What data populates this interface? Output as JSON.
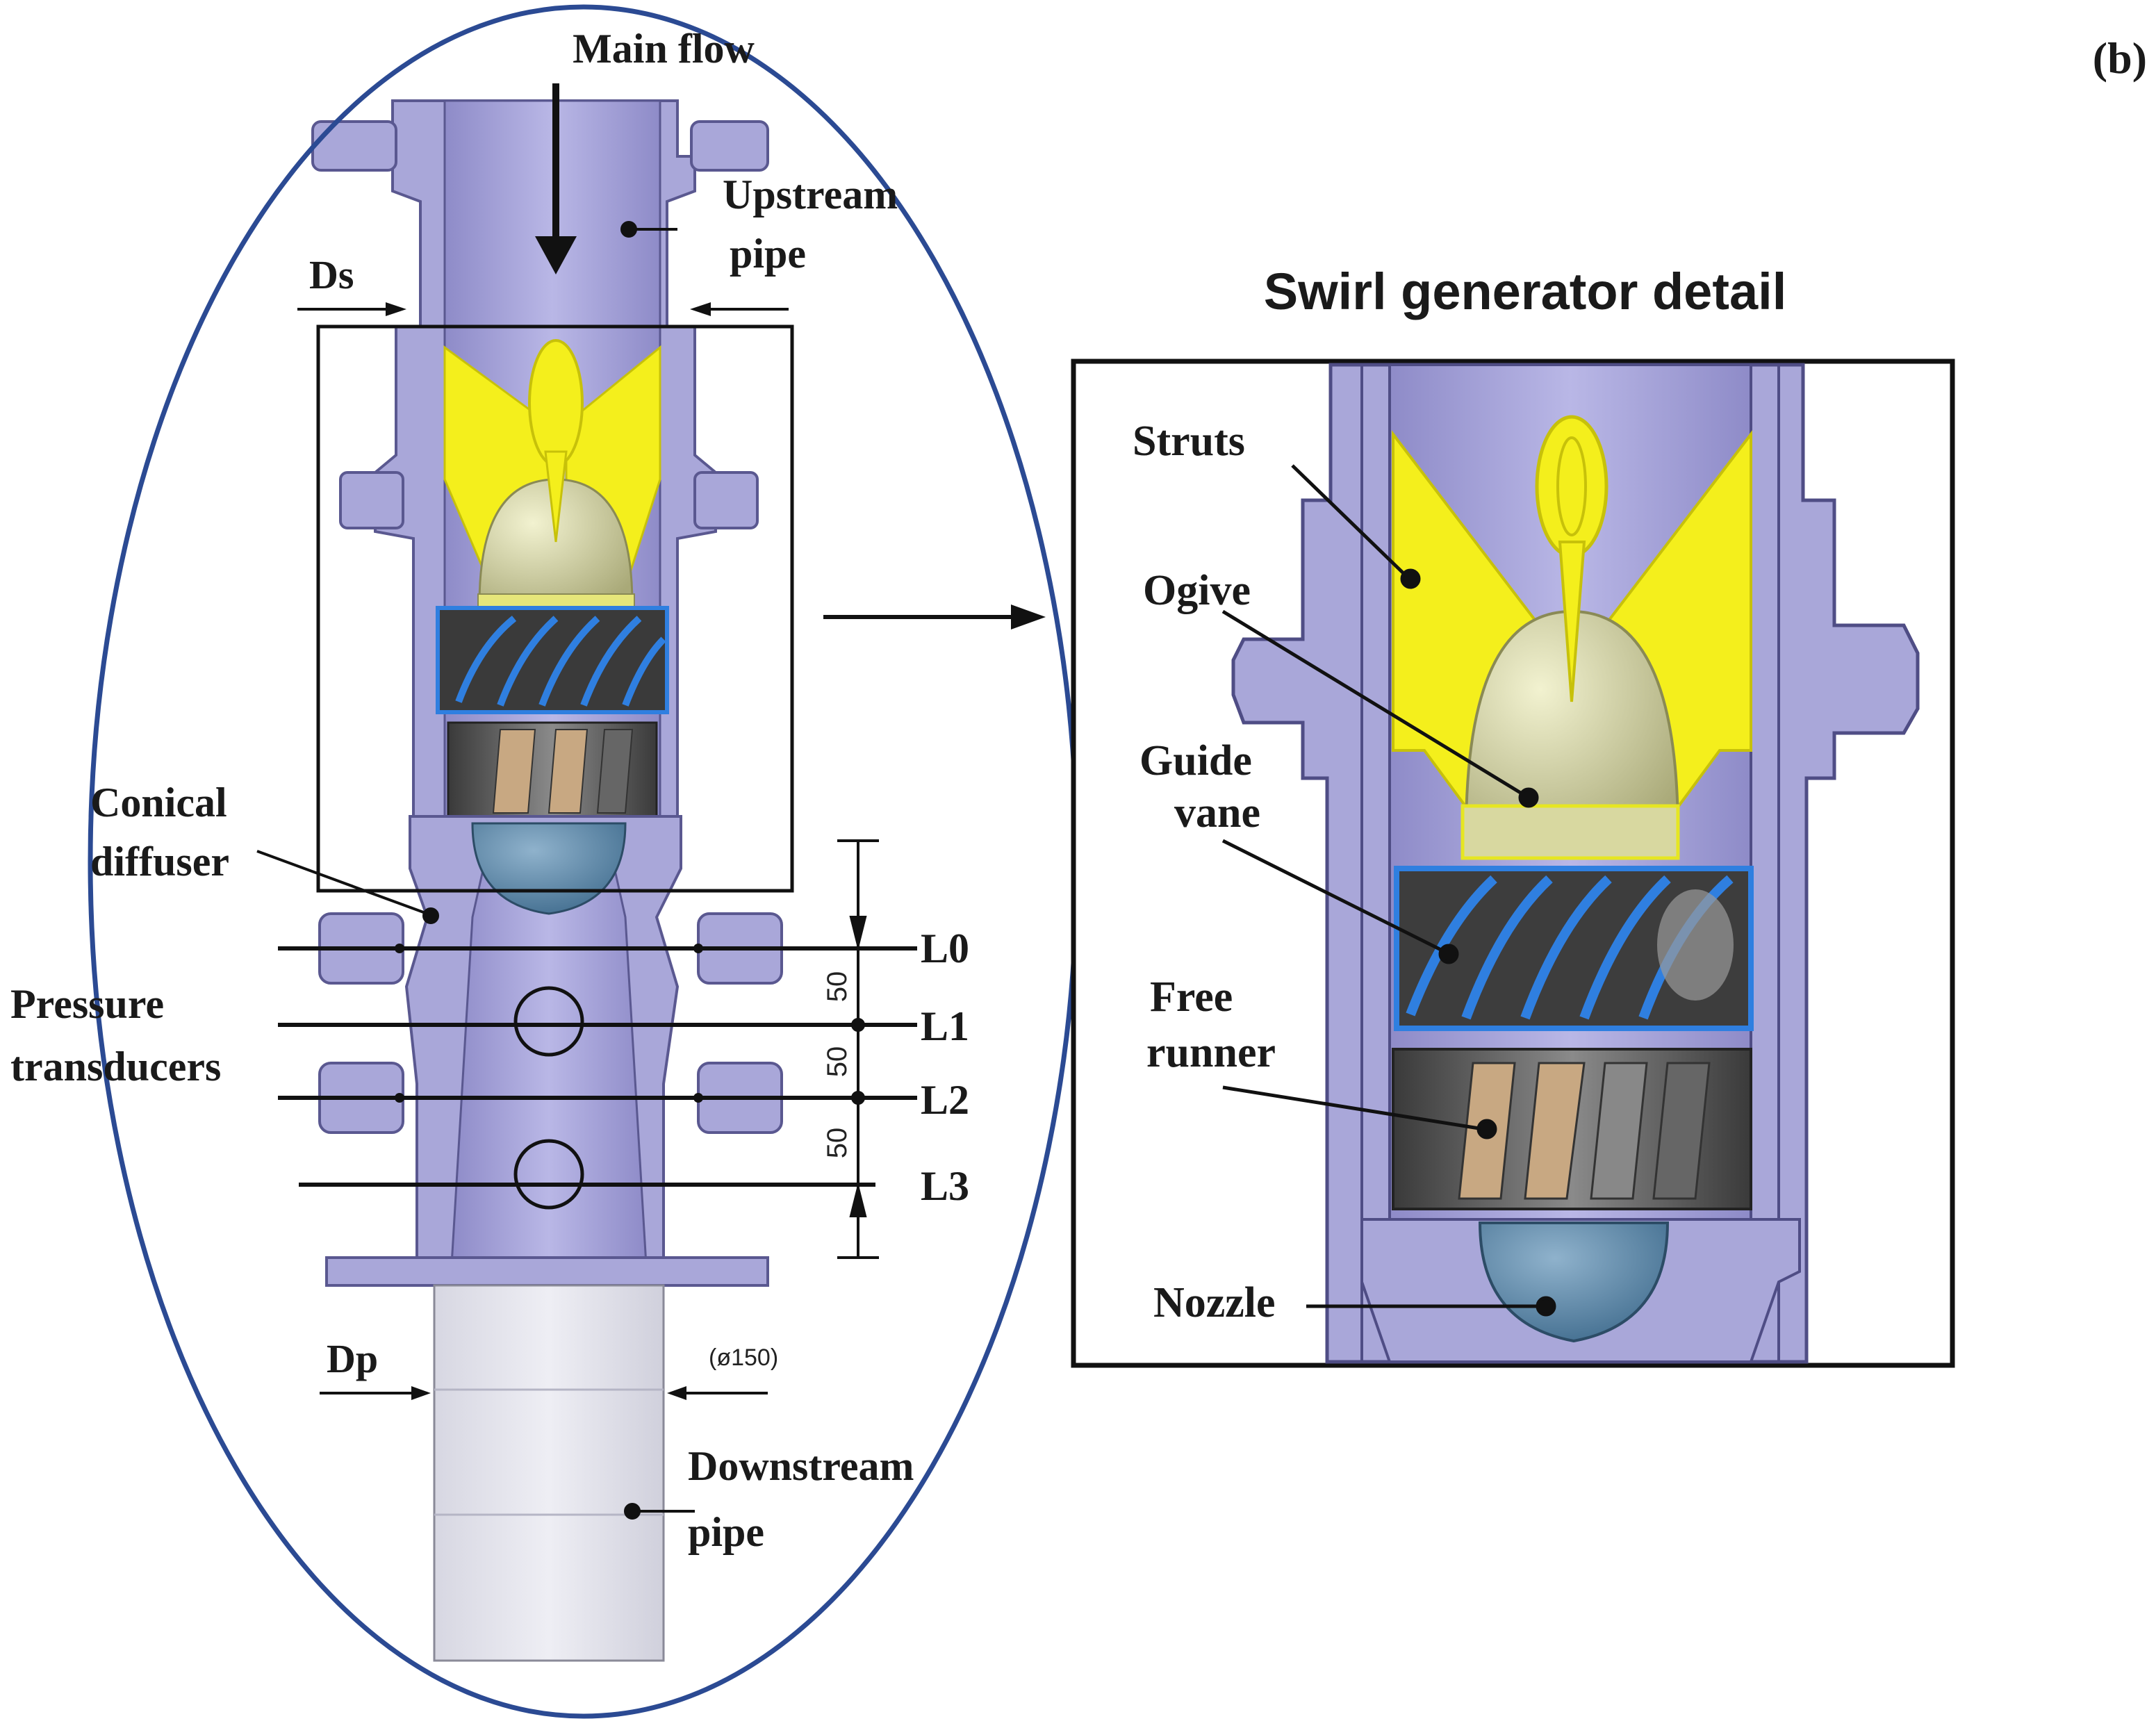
{
  "panel_label": "(b)",
  "left_labels": {
    "main_flow": "Main flow",
    "upstream_pipe_1": "Upstream",
    "upstream_pipe_2": "pipe",
    "ds": "Ds",
    "conical_diffuser_1": "Conical",
    "conical_diffuser_2": "diffuser",
    "pressure_transducers_1": "Pressure",
    "pressure_transducers_2": "transducers",
    "l0": "L0",
    "l1": "L1",
    "l2": "L2",
    "l3": "L3",
    "dim_1": "50",
    "dim_2": "50",
    "dim_3": "50",
    "dp": "Dp",
    "dp_size": "(ø150)",
    "downstream_pipe_1": "Downstream",
    "downstream_pipe_2": "pipe"
  },
  "detail": {
    "title": "Swirl generator detail",
    "struts": "Struts",
    "ogive": "Ogive",
    "guide_vane_1": "Guide",
    "guide_vane_2": "vane",
    "free_runner_1": "Free",
    "free_runner_2": "runner",
    "nozzle": "Nozzle"
  },
  "colors": {
    "body": "#a9a7d9",
    "body_dark": "#6f6caa",
    "struts": "#f4ef1c",
    "ogive": "#d8d8a0",
    "guide_vane": "#2f7fe0",
    "runner": "#555555",
    "runner_blade": "#c8a882",
    "nozzle": "#5f88a8",
    "ellipse": "#2b4a93"
  }
}
